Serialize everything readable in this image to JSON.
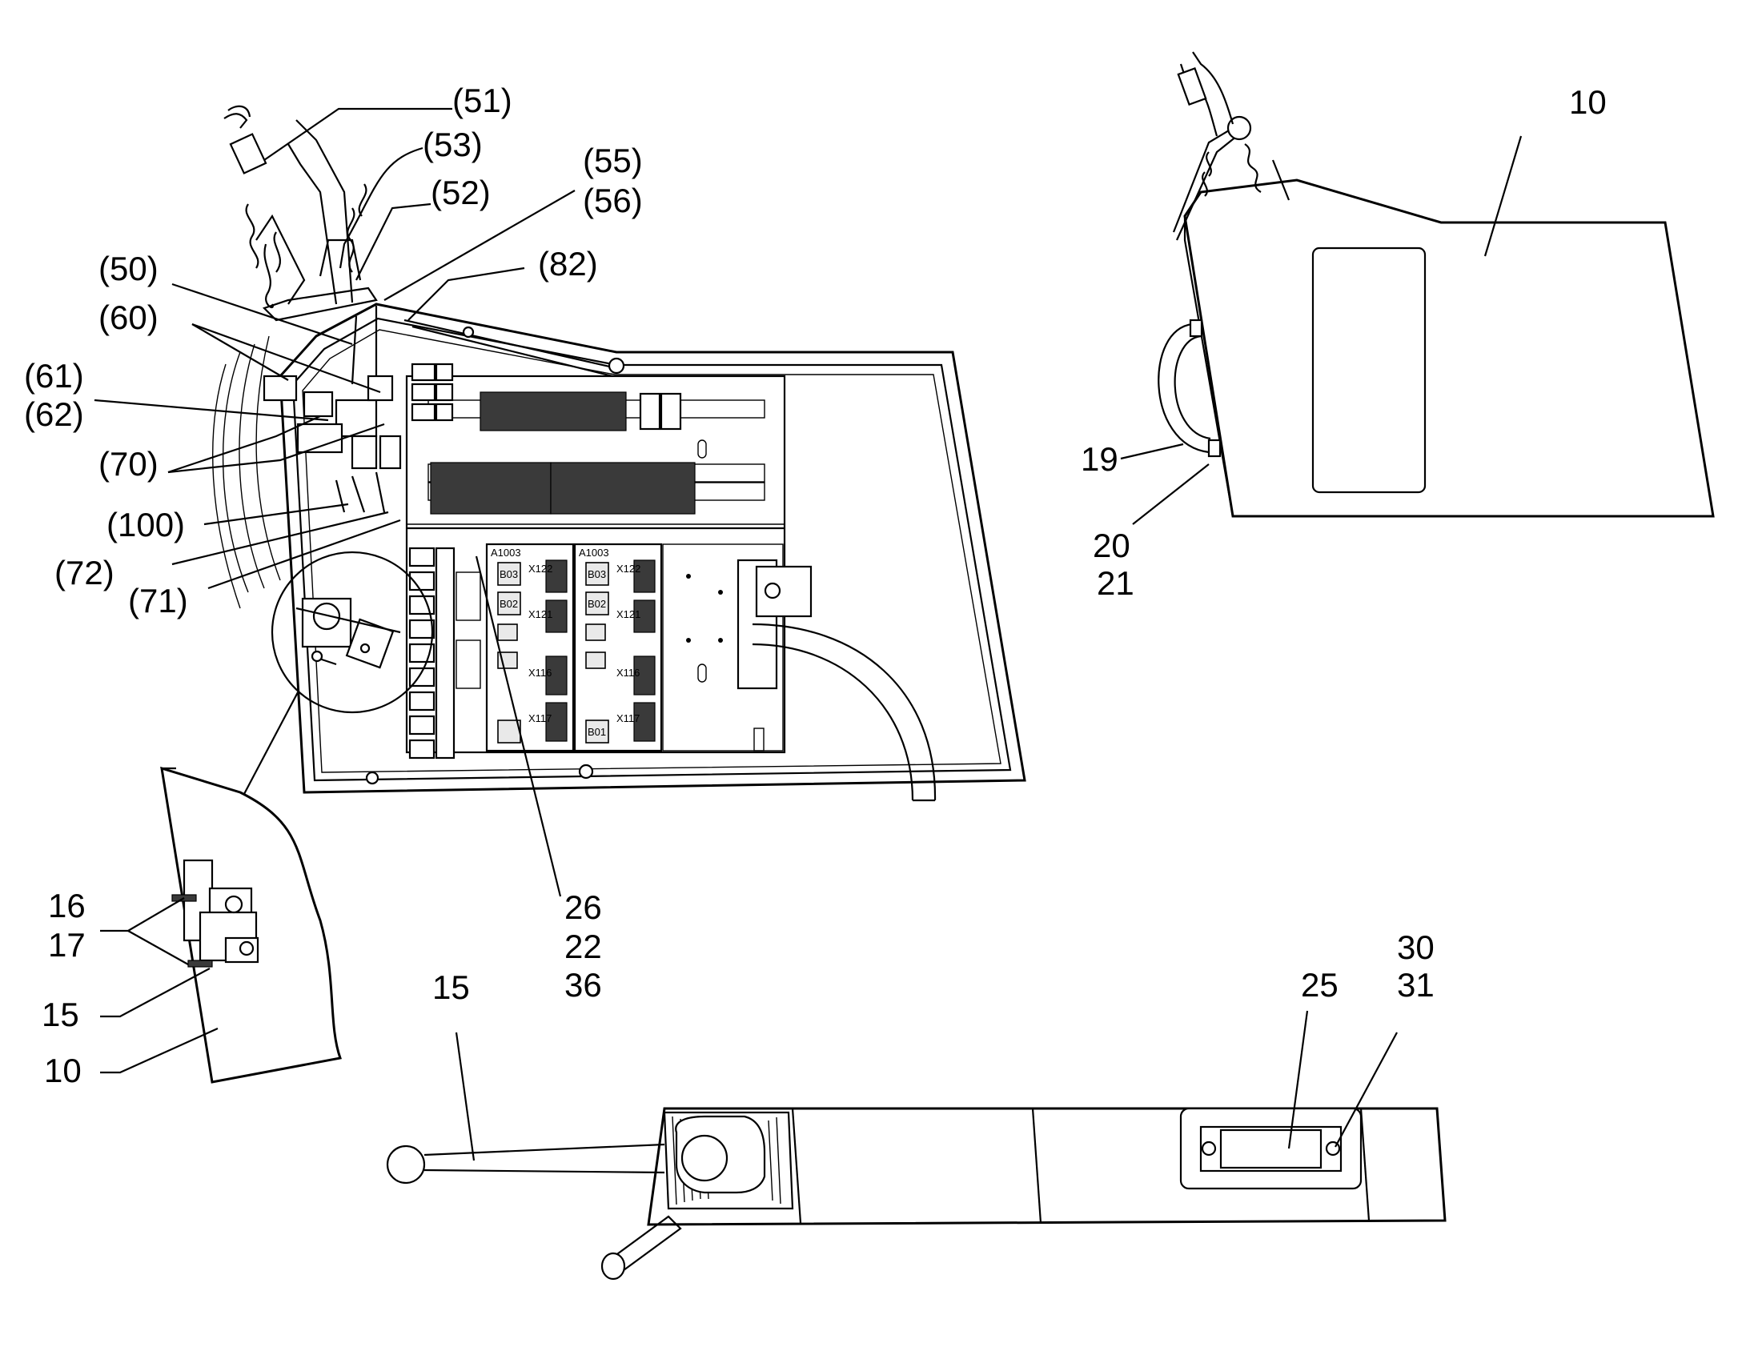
{
  "callouts": {
    "p51": "(51)",
    "p53": "(53)",
    "p52": "(52)",
    "p55": "(55)",
    "p56": "(56)",
    "p82": "(82)",
    "p50": "(50)",
    "p60": "(60)",
    "p61": "(61)",
    "p62": "(62)",
    "p70": "(70)",
    "p100": "(100)",
    "p72": "(72)",
    "p71": "(71)",
    "n26": "26",
    "n22": "22",
    "n36": "36",
    "n16": "16",
    "n17": "17",
    "n15a": "15",
    "n10a": "10",
    "n10b": "10",
    "n19": "19",
    "n20": "20",
    "n21": "21",
    "n15b": "15",
    "n25": "25",
    "n30": "30",
    "n31": "31"
  },
  "board_labels": {
    "a1003_left": "A1003",
    "a1003_right": "A1003",
    "b03_left": "B03",
    "b02_left": "B02",
    "b01_right": "B01",
    "b02_right": "B02",
    "b03_right": "B03",
    "x122_left": "X122",
    "x121_left": "X121",
    "x116_left": "X116",
    "x117_left": "X117",
    "x122_right": "X122",
    "x121_right": "X121",
    "x116_right": "X116",
    "x117_right": "X117"
  },
  "colors": {
    "line": "#000000",
    "background": "#ffffff"
  }
}
